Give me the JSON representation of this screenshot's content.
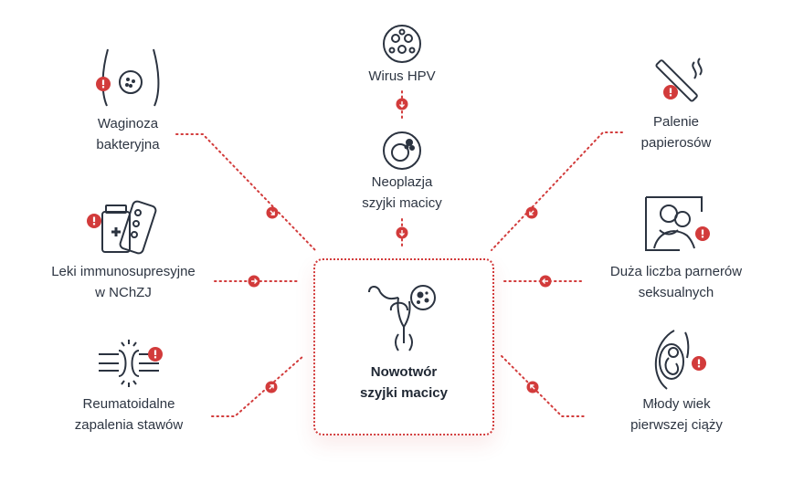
{
  "center": {
    "line1": "Nowotwór",
    "line2": "szyjki macicy",
    "icon": "uterus-tumor-icon"
  },
  "factors": {
    "hpv": {
      "label": "Wirus HPV",
      "icon": "virus-icon"
    },
    "neoplasia": {
      "line1": "Neoplazja",
      "line2": "szyjki macicy",
      "icon": "cell-icon"
    },
    "vaginosis": {
      "line1": "Waginoza",
      "line2": "bakteryjna",
      "icon": "pelvis-icon"
    },
    "immuno": {
      "line1": "Leki immunosupresyjne",
      "line2": "w NChZJ",
      "icon": "medication-icon"
    },
    "rheuma": {
      "line1": "Reumatoidalne",
      "line2": "zapalenia stawów",
      "icon": "joint-pain-icon"
    },
    "smoking": {
      "line1": "Palenie",
      "line2": "papierosów",
      "icon": "cigarette-icon"
    },
    "partners": {
      "line1": "Duża liczba parnerów",
      "line2": "seksualnych",
      "icon": "couple-icon"
    },
    "pregnancy": {
      "line1": "Młody wiek",
      "line2": "pierwszej ciąży",
      "icon": "pregnancy-icon"
    }
  },
  "colors": {
    "accent": "#d23b3b",
    "icon_stroke": "#2b3340",
    "text": "#2d3542"
  }
}
